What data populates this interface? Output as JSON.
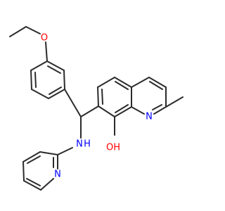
{
  "molecule": {
    "atoms": {
      "O_ether": "O",
      "N_ring": "N",
      "N_amine": "N",
      "H_amine": "H",
      "N_pyridine": "N",
      "OH": "OH"
    },
    "colors": {
      "bond": "#2b2b2b",
      "oxygen": "#ff0000",
      "nitrogen": "#0000ff"
    }
  }
}
